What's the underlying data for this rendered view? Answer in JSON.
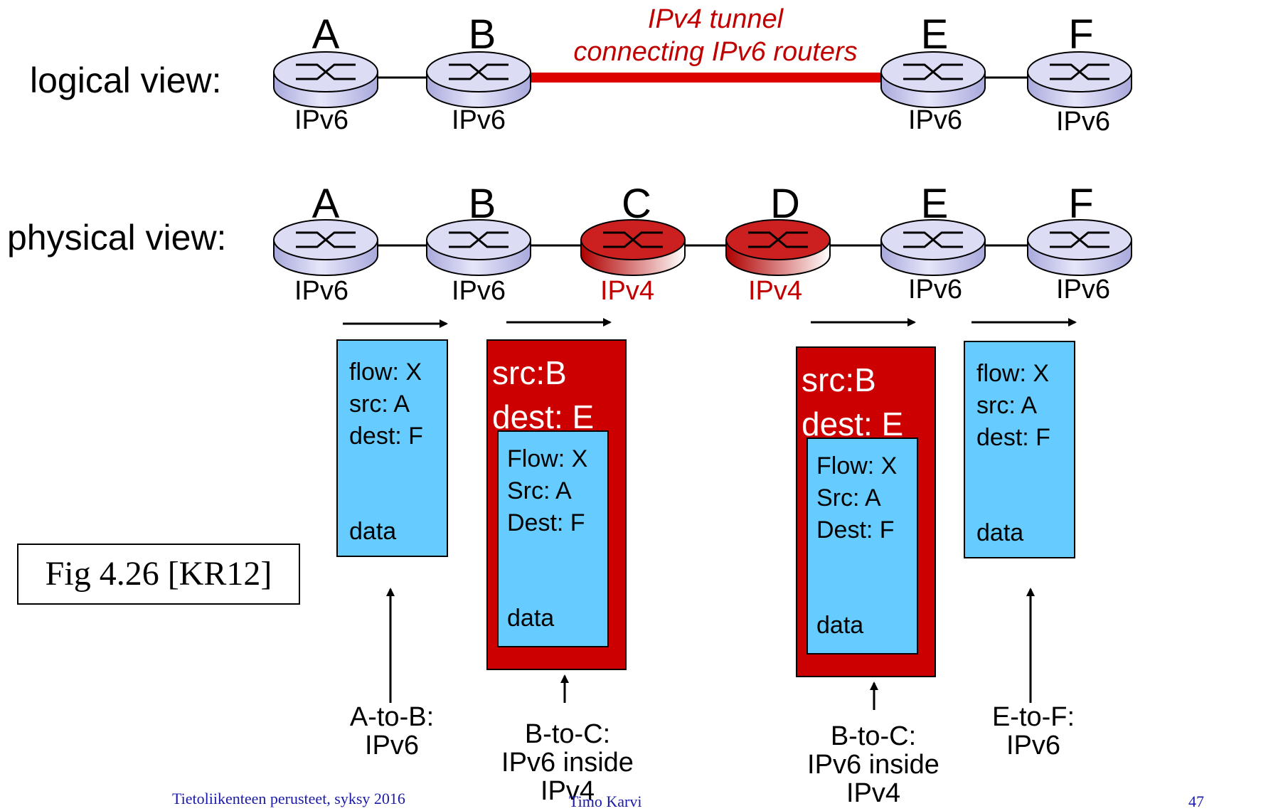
{
  "logical_view": {
    "label": "logical view:",
    "tunnel_label_line1": "IPv4 tunnel",
    "tunnel_label_line2": "connecting IPv6 routers",
    "routers": [
      {
        "name": "A",
        "protocol": "IPv6"
      },
      {
        "name": "B",
        "protocol": "IPv6"
      },
      {
        "name": "E",
        "protocol": "IPv6"
      },
      {
        "name": "F",
        "protocol": "IPv6"
      }
    ]
  },
  "physical_view": {
    "label": "physical view:",
    "routers": [
      {
        "name": "A",
        "protocol": "IPv6"
      },
      {
        "name": "B",
        "protocol": "IPv6"
      },
      {
        "name": "C",
        "protocol": "IPv4"
      },
      {
        "name": "D",
        "protocol": "IPv4"
      },
      {
        "name": "E",
        "protocol": "IPv6"
      },
      {
        "name": "F",
        "protocol": "IPv6"
      }
    ]
  },
  "packets": {
    "ab": {
      "line1": "flow: X",
      "line2": "src: A",
      "line3": "dest: F",
      "line4": "data",
      "caption1": "A-to-B:",
      "caption2": "IPv6"
    },
    "bc": {
      "outer1": "src:B",
      "outer2": "dest: E",
      "line1": "Flow: X",
      "line2": "Src: A",
      "line3": "Dest: F",
      "line4": "data",
      "caption1": "B-to-C:",
      "caption2": "IPv6 inside",
      "caption3": "IPv4"
    },
    "de": {
      "outer1": "src:B",
      "outer2": "dest: E",
      "line1": "Flow: X",
      "line2": "Src: A",
      "line3": "Dest: F",
      "line4": "data",
      "caption1": "B-to-C:",
      "caption2": "IPv6 inside",
      "caption3": "IPv4"
    },
    "ef": {
      "line1": "flow: X",
      "line2": "src: A",
      "line3": "dest: F",
      "line4": "data",
      "caption1": "E-to-F:",
      "caption2": "IPv6"
    }
  },
  "figure_ref": "Fig 4.26 [KR12]",
  "footer": {
    "course": "Tietoliikenteen perusteet, syksy 2016",
    "author": "Timo Karvi",
    "page": "47"
  },
  "colors": {
    "ipv6_router": "#c8c8f0",
    "ipv4_router": "#c00000",
    "tunnel": "#dd0000",
    "packet_blue": "#66ccff",
    "packet_red": "#cc0000"
  }
}
